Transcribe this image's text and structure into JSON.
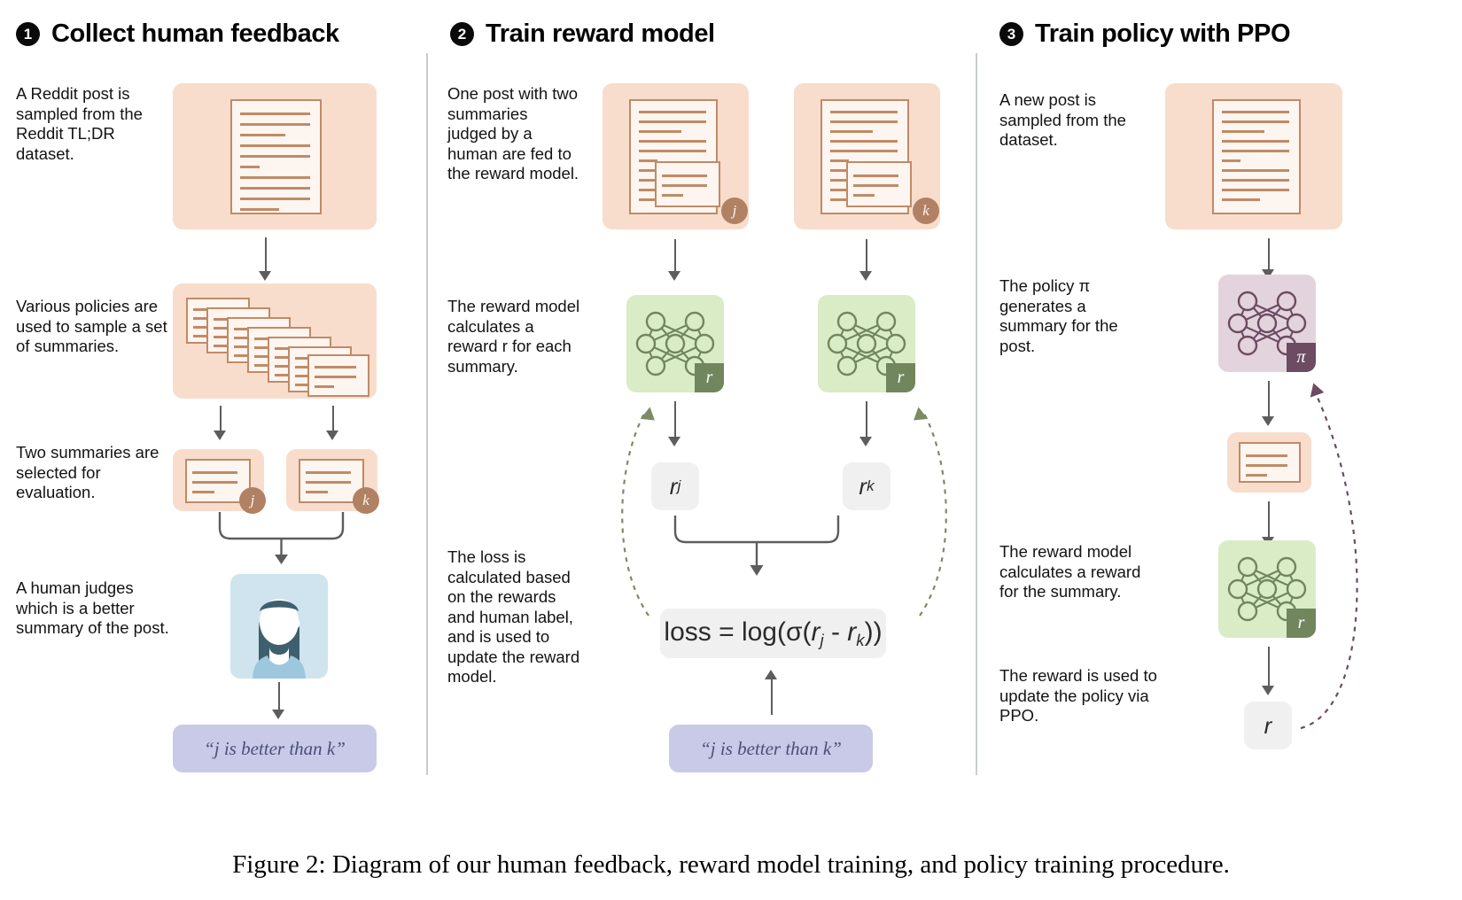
{
  "caption": "Figure 2: Diagram of our human feedback, reward model training, and policy training procedure.",
  "colors": {
    "peach": "#f8ddcc",
    "paper_fill": "#fdf5ef",
    "paper_stroke": "#c08a68",
    "green": "#d9ecc6",
    "green_dark": "#71865c",
    "purple": "#e3d3dc",
    "purple_dark": "#6b4c62",
    "grey": "#f0f0f0",
    "lavender": "#c9c9e8",
    "lavender_text": "#4a4f78",
    "arrow": "#5d5d5d",
    "divider": "#c8ccd2",
    "dashed": "#7d8a63",
    "person_bg": "#cfe4ef",
    "person_hair": "#3e5f6e",
    "person_shirt": "#9dc7dd"
  },
  "columns": [
    {
      "number": "1",
      "title": "Collect human feedback",
      "steps": [
        {
          "text": "A Reddit post is sampled from the Reddit TL;DR dataset."
        },
        {
          "text": "Various policies are used to sample a set of summaries."
        },
        {
          "text": "Two summaries are selected for evaluation."
        },
        {
          "text": "A human judges which is a better summary of the post."
        }
      ],
      "badges": {
        "summary_j": "j",
        "summary_k": "k"
      },
      "verdict": "“j is better than k”"
    },
    {
      "number": "2",
      "title": "Train reward model",
      "steps": [
        {
          "text": "One post with two summaries judged by a human are fed to the reward model."
        },
        {
          "text": "The reward model calculates a reward r for each summary."
        },
        {
          "text": "The loss is calculated based on the rewards and human label, and is used to update the reward model."
        }
      ],
      "badges": {
        "post_j": "j",
        "post_k": "k",
        "reward_model": "r"
      },
      "rewards": {
        "left": "r",
        "left_sub": "j",
        "right": "r",
        "right_sub": "k"
      },
      "loss_equation": "loss = log(σ(rⱼ - rₖ))",
      "loss_parts": {
        "lhs": "loss = log(σ(",
        "r1": "r",
        "r1sub": "j",
        "minus": " - ",
        "r2": "r",
        "r2sub": "k",
        "rhs": "))"
      },
      "verdict": "“j is better than k”"
    },
    {
      "number": "3",
      "title": "Train policy with PPO",
      "steps": [
        {
          "text": "A new post is sampled from the dataset."
        },
        {
          "text": "The policy π generates a summary for the post."
        },
        {
          "text": "The reward model calculates a reward for the summary."
        },
        {
          "text": "The reward is used to update the policy via PPO."
        }
      ],
      "badges": {
        "policy": "π",
        "reward_model": "r"
      },
      "reward_value": "r"
    }
  ]
}
